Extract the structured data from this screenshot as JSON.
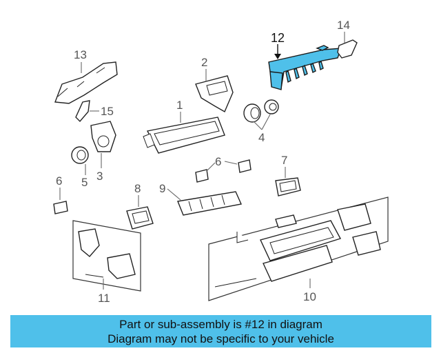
{
  "callouts": {
    "c1": "1",
    "c2": "2",
    "c3": "3",
    "c4": "4",
    "c5": "5",
    "c6a": "6",
    "c6b": "6",
    "c7": "7",
    "c8": "8",
    "c9": "9",
    "c10": "10",
    "c11": "11",
    "c12": "12",
    "c13": "13",
    "c14": "14",
    "c15": "15"
  },
  "banner": {
    "line1": "Part or sub-assembly is #12 in diagram",
    "line2": "Diagram may not be specific to your vehicle"
  },
  "colors": {
    "highlight": "#4fc0ea",
    "banner_bg": "#4fc0ea"
  }
}
